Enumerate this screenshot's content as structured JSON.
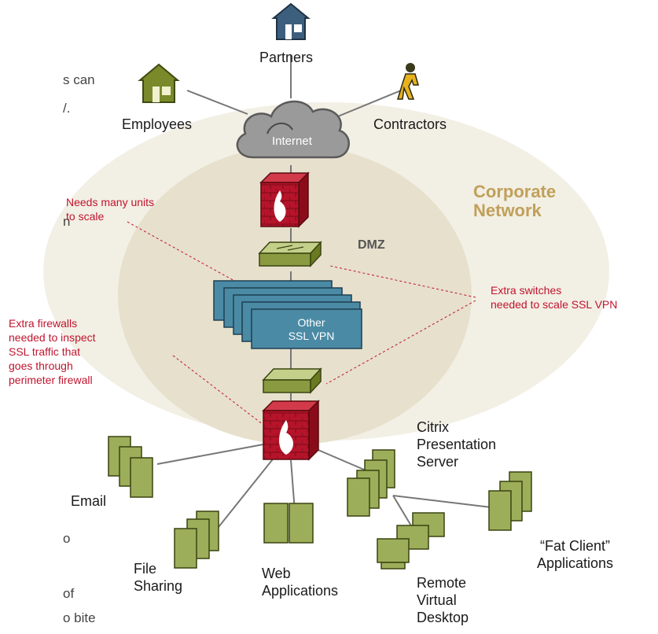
{
  "left_text_fragments": [
    "s can",
    "/.",
    "n",
    "o",
    "of",
    "o bite"
  ],
  "nodes": {
    "partners": "Partners",
    "employees": "Employees",
    "contractors": "Contractors",
    "internet": "Internet",
    "corporate_network": "Corporate\nNetwork",
    "dmz": "DMZ",
    "vpn": "Other\nSSL VPN",
    "citrix": "Citrix\nPresentation\nServer",
    "email": "Email",
    "file_sharing": "File\nSharing",
    "web_apps": "Web\nApplications",
    "remote_desktop": "Remote\nVirtual\nDesktop",
    "fat_client": "“Fat Client”\nApplications"
  },
  "annotations": {
    "needs_units": "Needs many units\nto scale",
    "extra_switches": "Extra switches\nneeded to scale SSL VPN",
    "extra_firewalls": "Extra firewalls\nneeded to inspect\nSSL traffic that\ngoes through\nperimeter firewall"
  },
  "colors": {
    "firewall_red": "#b5142a",
    "switch_green": "#a8b86a",
    "vpn_blue": "#4a8aa5",
    "server_green": "#9cae5a",
    "house_blue": "#3d5f7e",
    "house_green": "#7a8a2a",
    "cloud_gray": "#9a9a9a",
    "annotation_red": "#c0142e",
    "corporate_tan": "#c0a05a"
  },
  "icons": [
    "house-icon",
    "person-walking-icon",
    "cloud-icon",
    "firewall-icon",
    "switch-icon",
    "server-icon",
    "computer-icon"
  ]
}
